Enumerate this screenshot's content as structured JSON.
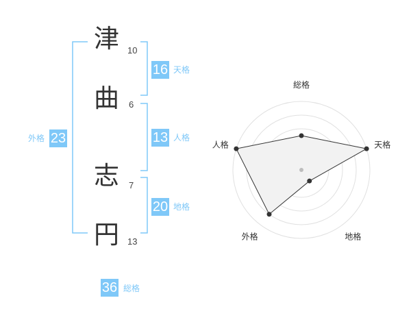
{
  "colors": {
    "accent": "#7fc8f8",
    "grid": "#e0e0e0",
    "polygon_fill": "#f2f2f2",
    "polygon_stroke": "#333333",
    "center_dot": "#bdbdbd"
  },
  "name": {
    "chars": [
      {
        "char": "津",
        "strokes": "10"
      },
      {
        "char": "曲",
        "strokes": "6"
      },
      {
        "char": "志",
        "strokes": "7"
      },
      {
        "char": "円",
        "strokes": "13"
      }
    ]
  },
  "fortunes": {
    "tenkaku": {
      "value": "16",
      "label": "天格"
    },
    "jinkaku": {
      "value": "13",
      "label": "人格"
    },
    "chikaku": {
      "value": "20",
      "label": "地格"
    },
    "gaikaku": {
      "value": "23",
      "label": "外格"
    },
    "soukaku": {
      "value": "36",
      "label": "総格"
    }
  },
  "chart_data": {
    "type": "radar",
    "axes": [
      "総格",
      "天格",
      "地格",
      "外格",
      "人格"
    ],
    "values": [
      2.5,
      5,
      1,
      4,
      5
    ],
    "max": 5,
    "rings": 5
  }
}
